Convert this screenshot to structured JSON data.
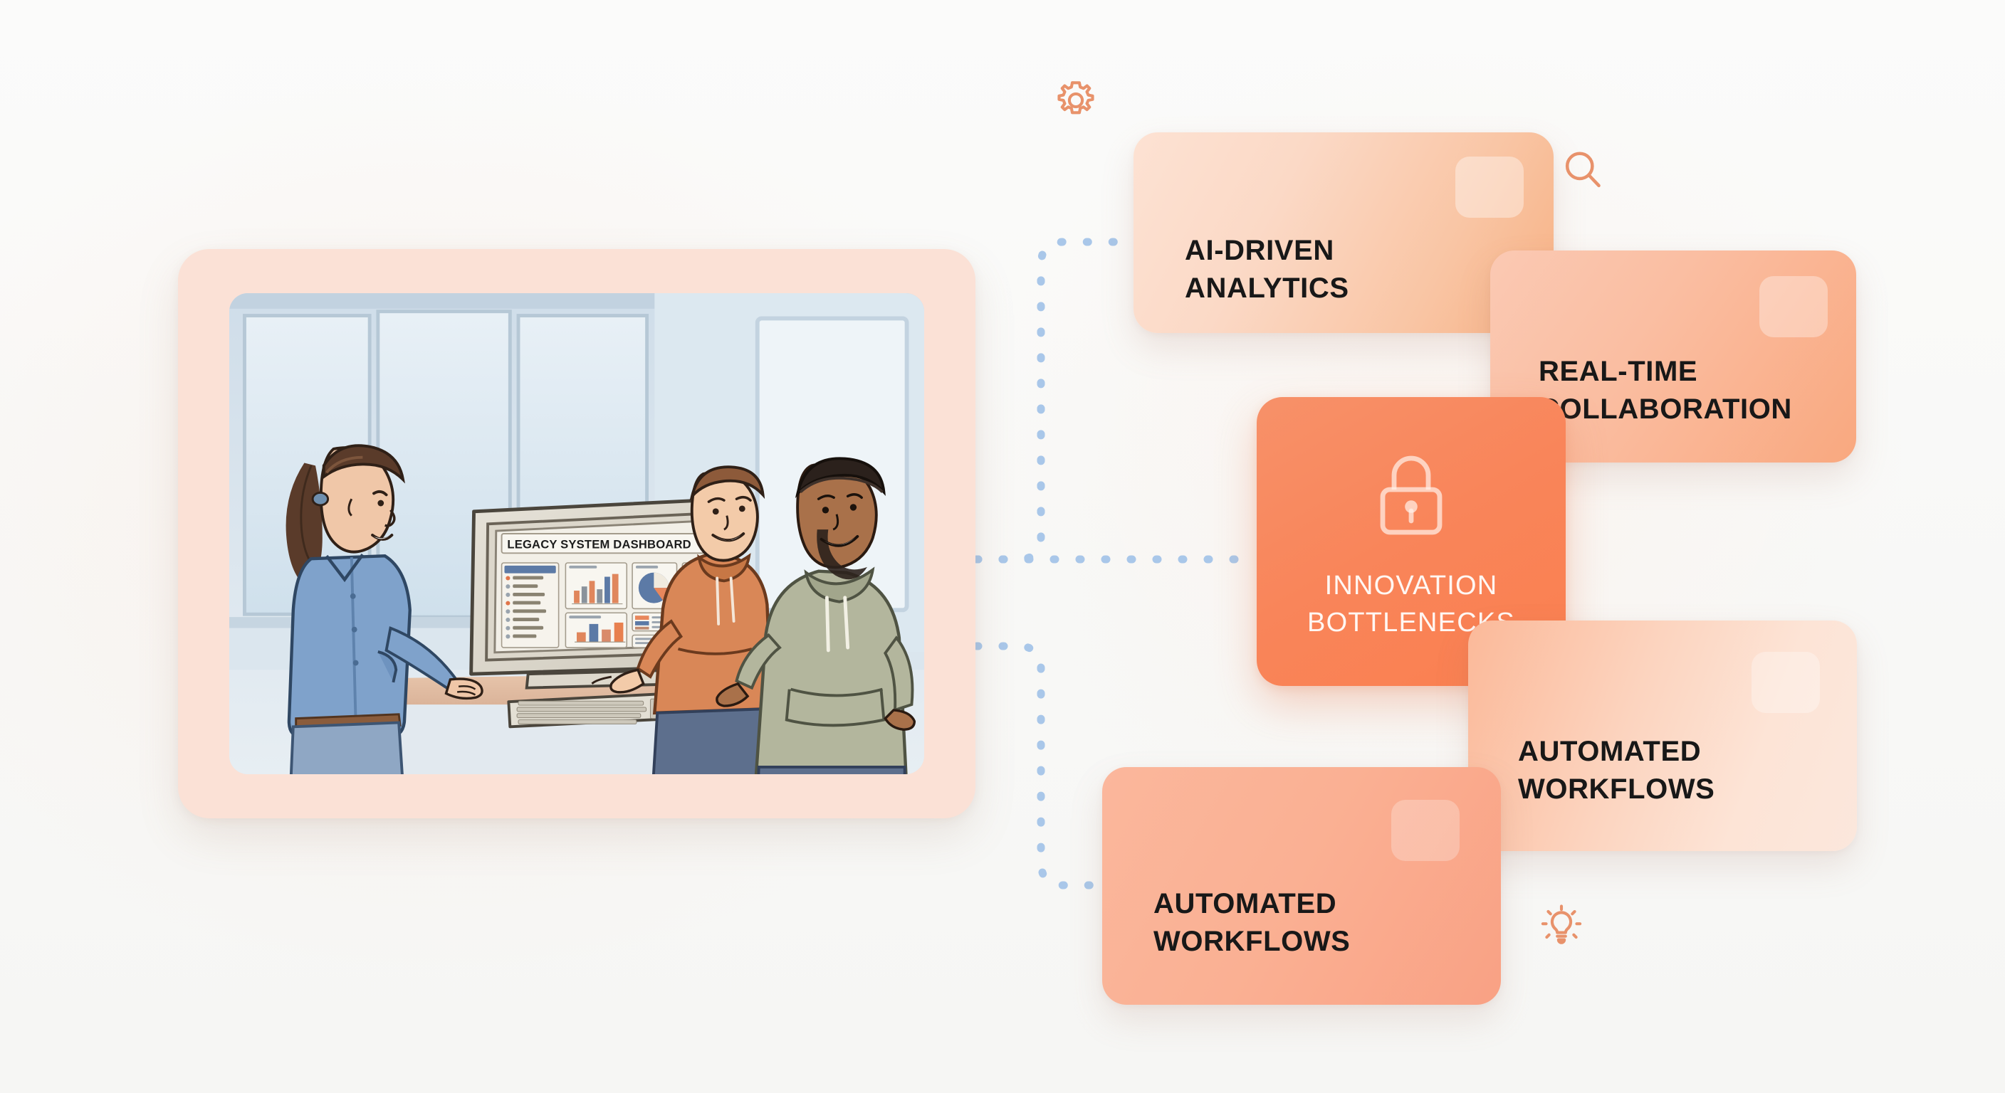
{
  "background_color": "#f8f8f6",
  "accent_color": "#f9855a",
  "connector_color": "#a9c7e9",
  "illustration": {
    "frame_color": "#fbe1d6",
    "alt_name": "team-reviewing-legacy-dashboard",
    "scene": {
      "monitor_title": "LEGACY SYSTEM DASHBOARD",
      "people": [
        {
          "name": "woman-blue-shirt",
          "shirt_color": "#7fa2cb",
          "hair_color": "#5a3b2a"
        },
        {
          "name": "man-orange-hoodie",
          "hoodie_color": "#d98757",
          "hair_color": "#8d5a3a"
        },
        {
          "name": "man-green-hoodie",
          "hoodie_color": "#b3b69d",
          "hair_color": "#2b211c"
        }
      ],
      "dashboard": {
        "sidebar_items": 12,
        "charts": [
          "bar-chart",
          "pie-chart",
          "bar-chart",
          "legend-list",
          "stacked-bars",
          "thumbnail",
          "data-table"
        ],
        "bar_colors": [
          "#e08c63",
          "#7b8a99",
          "#5c7aa6"
        ],
        "pie_colors": [
          "#5c7aa6",
          "#e8875c"
        ]
      }
    }
  },
  "cards": [
    {
      "id": "analytics",
      "label": "AI-DRIVEN\nANALYTICS",
      "icon": "none",
      "text_color": "#181818"
    },
    {
      "id": "collaboration",
      "label": "REAL-TIME\nCOLLABORATION",
      "icon": "none",
      "text_color": "#181818"
    },
    {
      "id": "bottlenecks",
      "label": "INNOVATION\nBOTTLENECKS",
      "icon": "lock-icon",
      "text_color": "#fff7f3"
    },
    {
      "id": "workflows-right",
      "label": "AUTOMATED\nWORKFLOWS",
      "icon": "none",
      "text_color": "#181818"
    },
    {
      "id": "workflows-left",
      "label": "AUTOMATED\nWORKFLOWS",
      "icon": "none",
      "text_color": "#181818"
    }
  ],
  "decorative_icons": [
    {
      "name": "gear-icon",
      "color": "#e8926b"
    },
    {
      "name": "search-icon",
      "color": "#e8926b"
    },
    {
      "name": "lightbulb-icon",
      "color": "#e8926b"
    }
  ],
  "connectors": [
    {
      "from": "illustration",
      "to": "analytics"
    },
    {
      "from": "illustration",
      "to": "bottlenecks"
    },
    {
      "from": "illustration",
      "to": "workflows-left"
    }
  ]
}
